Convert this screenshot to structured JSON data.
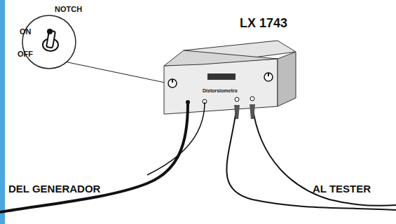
{
  "diagram": {
    "labels": [
      "NOTCH",
      "ON",
      "OFF",
      "LX 1743",
      "Distorsiometro",
      "DEL GENERADOR",
      "AL TESTER"
    ]
  }
}
